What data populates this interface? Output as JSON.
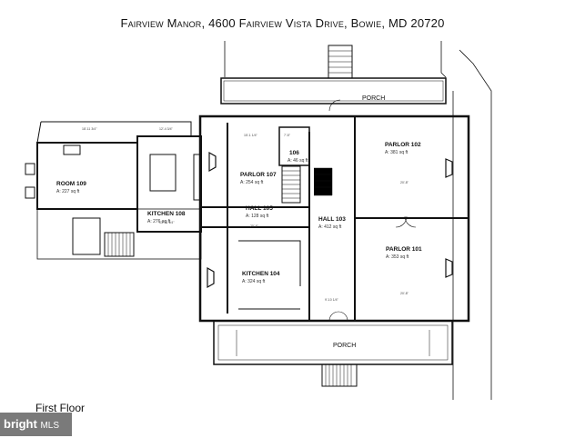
{
  "title": "Fairview Manor, 4600 Fairview Vista Drive, Bowie, MD 20720",
  "floor_label": "First Floor",
  "watermark": {
    "brand": "bright",
    "suffix": "MLS"
  },
  "rooms": {
    "room109": {
      "name": "ROOM 109",
      "area": "A: 227 sq ft"
    },
    "kitchen108": {
      "name": "KITCHEN 108",
      "area": "A: 276 sq ft"
    },
    "parlor107": {
      "name": "PARLOR 107",
      "area": "A: 254 sq ft"
    },
    "r106": {
      "name": "106",
      "area": "A: 46 sq ft"
    },
    "hall105": {
      "name": "HALL 105",
      "area": "A: 128 sq ft"
    },
    "kitchen104": {
      "name": "KITCHEN 104",
      "area": "A: 324 sq ft"
    },
    "hall103": {
      "name": "HALL 103",
      "area": "A: 412 sq ft"
    },
    "parlor102": {
      "name": "PARLOR 102",
      "area": "A: 381 sq ft"
    },
    "parlor101": {
      "name": "PARLOR 101",
      "area": "A: 353 sq ft"
    }
  },
  "porch_top": "PORCH",
  "porch_bottom": "PORCH",
  "dims": {
    "d1": "18'-11 3/4\"",
    "d2": "12'-4 3/4\"",
    "d3": "15'-1 1/4\"",
    "d4": "7'-5\"",
    "d5": "13'-11 1/4\"",
    "d6": "20'-8\"",
    "d7": "20'-8\"",
    "d8": "25'-6\"",
    "d9": "9'-10 1/4\""
  }
}
